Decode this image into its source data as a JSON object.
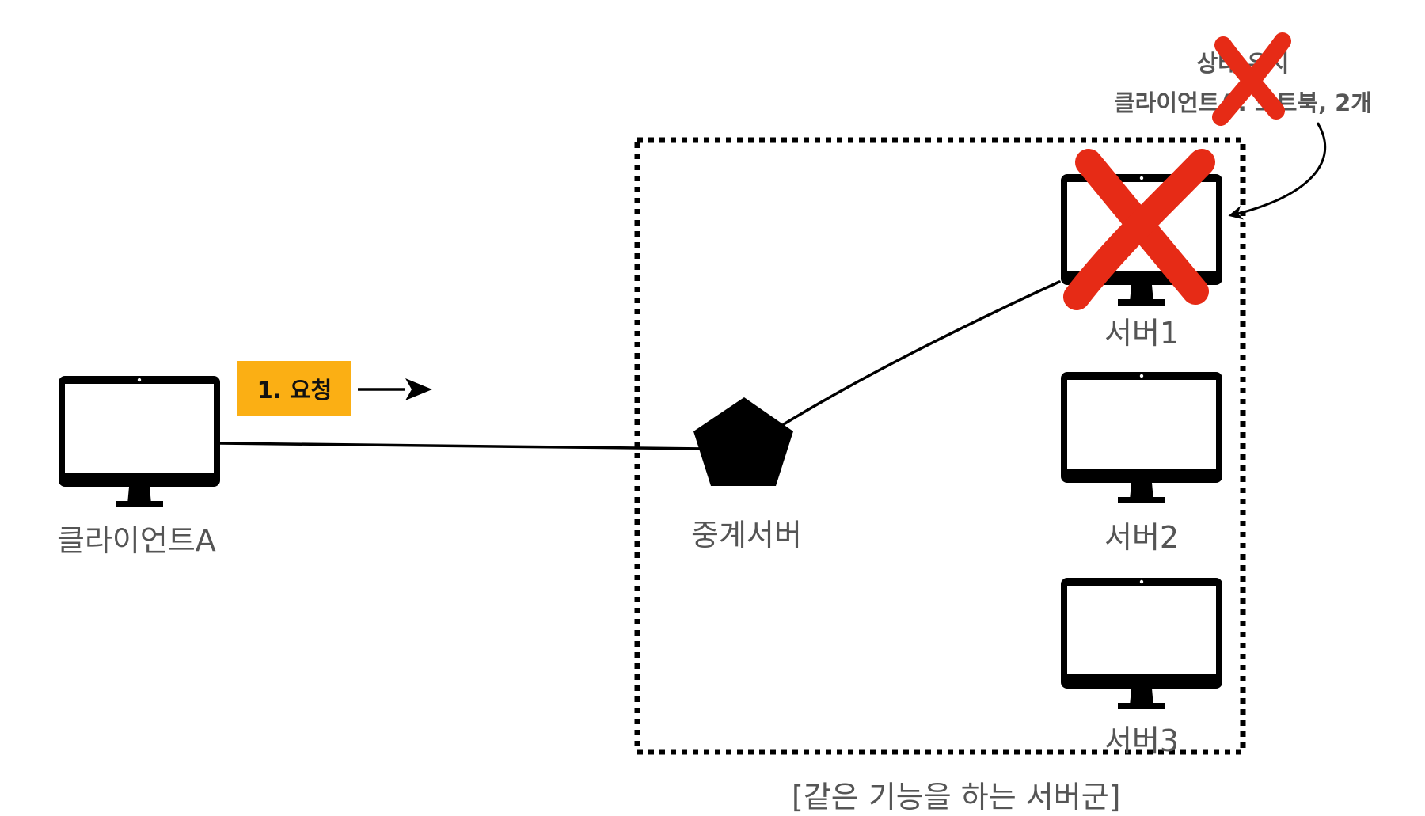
{
  "colors": {
    "ink": "#000000",
    "label": "#555555",
    "badge": "#FBAF14",
    "cross": "#E62B16"
  },
  "client": {
    "label": "클라이언트A",
    "icon": "monitor-icon"
  },
  "request_step": {
    "label": "1. 요청"
  },
  "relay_server": {
    "label": "중계서버",
    "icon": "pentagon-icon"
  },
  "server_group": {
    "caption": "[같은 기능을 하는 서버군]",
    "servers": [
      {
        "label": "서버1",
        "status": "failed"
      },
      {
        "label": "서버2"
      },
      {
        "label": "서버3"
      }
    ]
  },
  "state_note": {
    "line1": "상태 유지",
    "line2": "클라이언트A: 노트북, 2개",
    "status": "lost"
  }
}
